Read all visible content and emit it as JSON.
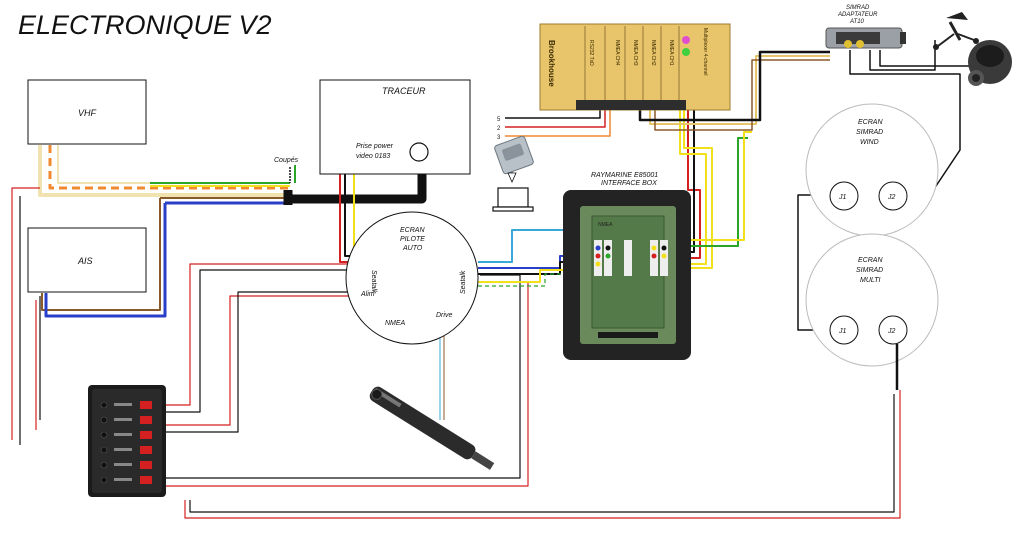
{
  "title": "ELECTRONIQUE V2",
  "components": {
    "vhf": "VHF",
    "ais": "AIS",
    "traceur": "TRACEUR",
    "prise_power_line1": "Prise power",
    "prise_power_line2": "video 0183",
    "coupes": "Coupés",
    "pilote_line1": "ECRAN",
    "pilote_line2": "PILOTE",
    "pilote_line3": "AUTO",
    "pilote_seatalk_left": "Seatalk",
    "pilote_seatalk_right": "Seatalk",
    "pilote_alim": "Alim",
    "pilote_nmea": "NMEA",
    "pilote_drive": "Drive",
    "raymarine_line1": "RAYMARINE E85001",
    "raymarine_line2": "INTERFACE BOX",
    "simrad_adapter_line1": "SIMRAD",
    "simrad_adapter_line2": "ADAPTATEUR",
    "simrad_adapter_line3": "AT10",
    "wind_line1": "ECRAN",
    "wind_line2": "SIMRAD",
    "wind_line3": "WIND",
    "wind_j1": "J1",
    "wind_j2": "J2",
    "multi_line1": "ECRAN",
    "multi_line2": "SIMRAD",
    "multi_line3": "MULTI",
    "multi_j1": "J1",
    "multi_j2": "J2",
    "db9_pin5": "5",
    "db9_pin2": "2",
    "db9_pin3": "3",
    "brookhouse_name": "Brookhouse",
    "brookhouse_channels": [
      "RS232 TxD",
      "NMEA CH4",
      "NMEA CH3",
      "NMEA CH2",
      "NMEA CH1",
      "Multiplexer 4-channel"
    ]
  },
  "colors": {
    "red": "#d42020",
    "black": "#111111",
    "yellow": "#f2e01a",
    "green": "#2aa52a",
    "blue": "#2a3fc8",
    "brown": "#8b5a2b",
    "orange": "#f08a30",
    "cream": "#f1e3b0",
    "cyan": "#3aa8d8",
    "amber": "#e8c56a"
  },
  "icons": [
    "laptop-icon",
    "db9-connector-icon",
    "wind-sensor-icon",
    "speed-transducer-icon",
    "autopilot-ram-icon",
    "switch-panel-icon",
    "led-icon"
  ]
}
